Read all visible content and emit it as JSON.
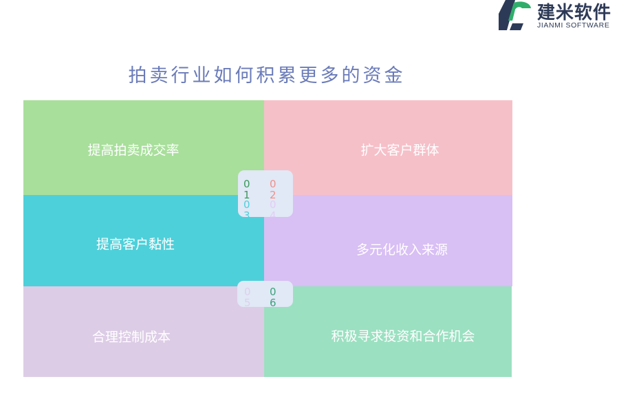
{
  "logo": {
    "name_cn": "建米软件",
    "name_en": "JIANMI SOFTWARE",
    "colors": {
      "dark": "#2d3a57",
      "accent": "#2fae6b"
    }
  },
  "title": "拍卖行业如何积累更多的资金",
  "title_color": "#6a7bb9",
  "cells": [
    {
      "number": "01",
      "label": "提高拍卖成交率",
      "color": "#a8df9b",
      "number_color": "#3a9a5a"
    },
    {
      "number": "02",
      "label": "扩大客户群体",
      "color": "#f6c0c9",
      "number_color": "#f0908a"
    },
    {
      "number": "03",
      "label": "提高客户黏性",
      "color": "#4ed0da",
      "number_color": "#4ed0da"
    },
    {
      "number": "04",
      "label": "多元化收入来源",
      "color": "#d8bff4",
      "number_color": "#e3ccf5"
    },
    {
      "number": "05",
      "label": "合理控制成本",
      "color": "#ddcce6",
      "number_color": "#dcd1ea"
    },
    {
      "number": "06",
      "label": "积极寻求投资和合作机会",
      "color": "#9be0c1",
      "number_color": "#3aa37a"
    }
  ]
}
